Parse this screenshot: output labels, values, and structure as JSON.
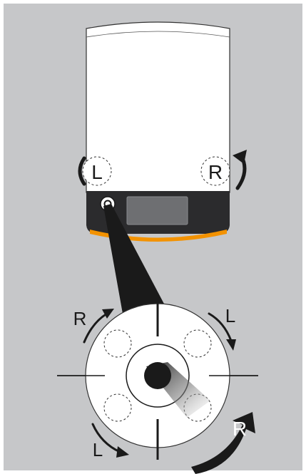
{
  "diagram": {
    "device_button_left": "L",
    "device_button_right": "R",
    "dial_label_top_left": "R",
    "dial_label_top_right": "L",
    "dial_label_bottom_left": "L",
    "dial_label_bottom_right": "R"
  },
  "colors": {
    "background": "#c6c7c9",
    "frame": "#ffffff",
    "device_body": "#ffffff",
    "device_base": "#2b2b2d",
    "display": "#6e6f72",
    "accent_strip": "#f39200",
    "arrows": "#1a1a1a"
  }
}
